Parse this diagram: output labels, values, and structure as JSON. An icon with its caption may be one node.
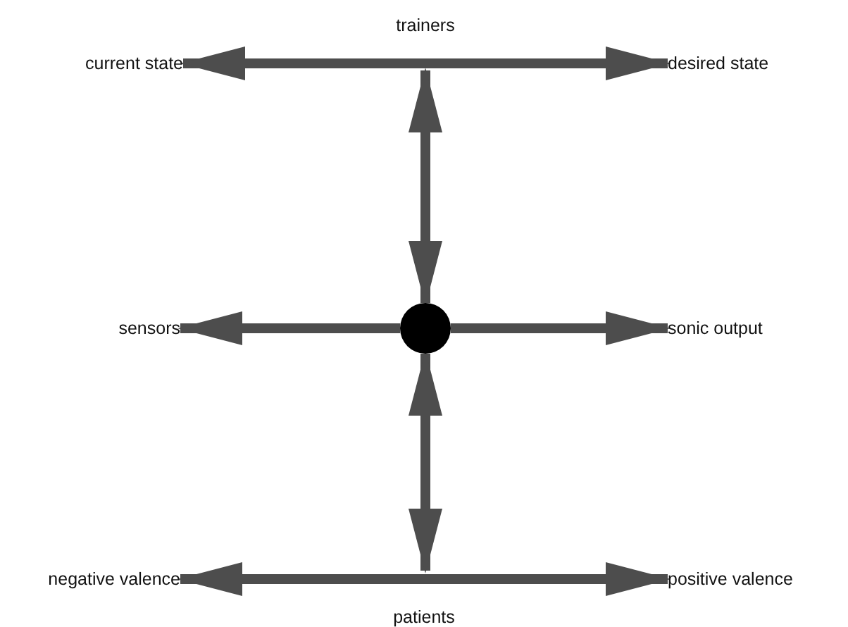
{
  "diagram": {
    "nodes": [
      {
        "text": [
          "current state"
        ]
      },
      {
        "text": [
          "desired state"
        ]
      },
      {
        "text": [
          "sensors"
        ]
      },
      {
        "text": [],
        "shape": "circle"
      },
      {
        "text": [
          "sonic output"
        ]
      },
      {
        "text": [
          "negative valence"
        ]
      },
      {
        "text": [
          "positive valence"
        ]
      }
    ],
    "edges": [
      {
        "from": 0,
        "to": 1,
        "arrow": "both",
        "label": "trainers"
      },
      {
        "from": null,
        "to": 3,
        "arrow": "both"
      },
      {
        "from": 3,
        "to": 2,
        "arrow": "to"
      },
      {
        "from": 3,
        "to": 4,
        "arrow": "to"
      },
      {
        "from": 3,
        "to": null,
        "arrow": "both"
      },
      {
        "from": 5,
        "to": 6,
        "arrow": "both",
        "label": "patients"
      }
    ]
  }
}
